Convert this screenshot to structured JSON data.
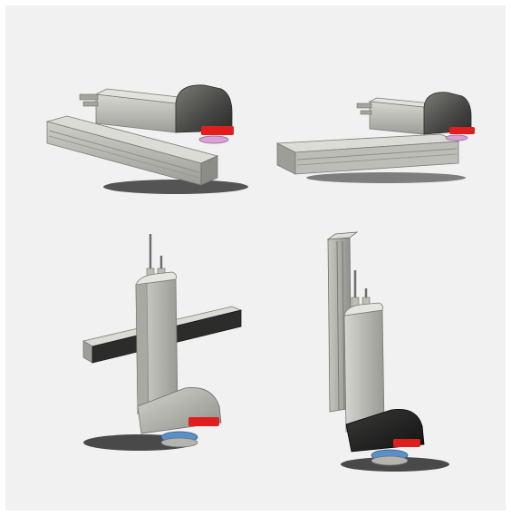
{
  "figure": {
    "panels": [
      {
        "id": "top-left",
        "orientation": "horizontal",
        "mount": "rail-behind",
        "head_color": "dark-gray"
      },
      {
        "id": "top-right",
        "orientation": "horizontal",
        "mount": "rail-behind",
        "head_color": "dark-gray"
      },
      {
        "id": "bottom-left",
        "orientation": "vertical",
        "mount": "crossbar",
        "head_color": "gray"
      },
      {
        "id": "bottom-right",
        "orientation": "vertical",
        "mount": "upright-rail",
        "head_color": "black"
      }
    ],
    "colors": {
      "background": "#f1f1f1",
      "body_light": "#c9c9c3",
      "body_dark": "#8a8a85",
      "rail": "#b9b9b3",
      "accent_red": "#e01e1e",
      "lens_blue": "#5a8fc7",
      "lens_pink": "#d9a0d9",
      "shadow": "#202020"
    }
  }
}
